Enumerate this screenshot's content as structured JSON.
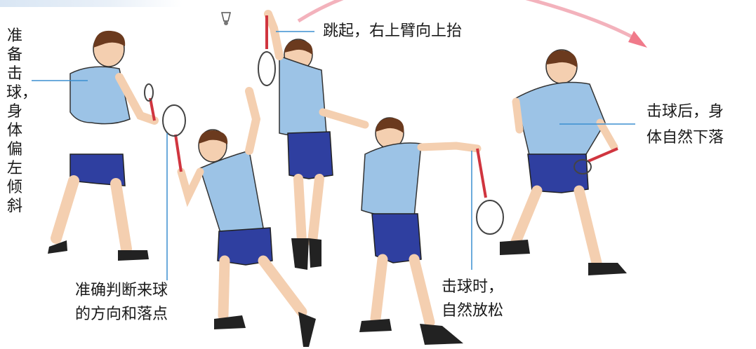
{
  "labels": {
    "prepare": "准备击球，身体偏左倾斜",
    "jump": "跳起，右上臂向上抬",
    "judge_line1": "准确判断来球",
    "judge_line2": "的方向和落点",
    "hit_line1": "击球时，",
    "hit_line2": "自然放松",
    "after_line1": "击球后，身",
    "after_line2": "体自然下落"
  },
  "colors": {
    "shirt": "#9cc3e6",
    "shorts": "#2f3fa0",
    "skin": "#f4cfb0",
    "hair": "#6b3a1e",
    "racket_handle": "#d0353f",
    "arrow": "#f07a8a",
    "leader_line": "#3b8fd1"
  }
}
